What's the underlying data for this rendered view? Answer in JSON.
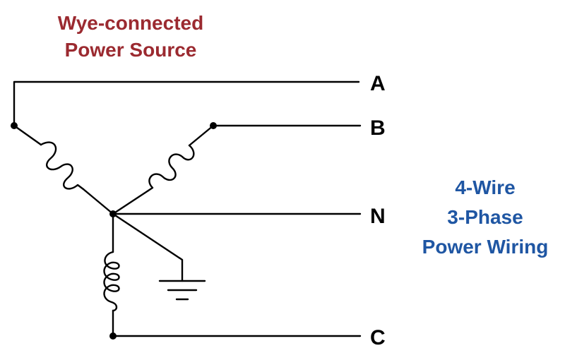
{
  "title": {
    "line1": "Wye-connected",
    "line2": "Power Source"
  },
  "caption": {
    "line1": "4-Wire",
    "line2": "3-Phase",
    "line3": "Power Wiring"
  },
  "terminals": {
    "a": "A",
    "b": "B",
    "n": "N",
    "c": "C"
  },
  "colors": {
    "title": "#9b2a30",
    "caption": "#1f56a3",
    "wire": "#000000"
  }
}
